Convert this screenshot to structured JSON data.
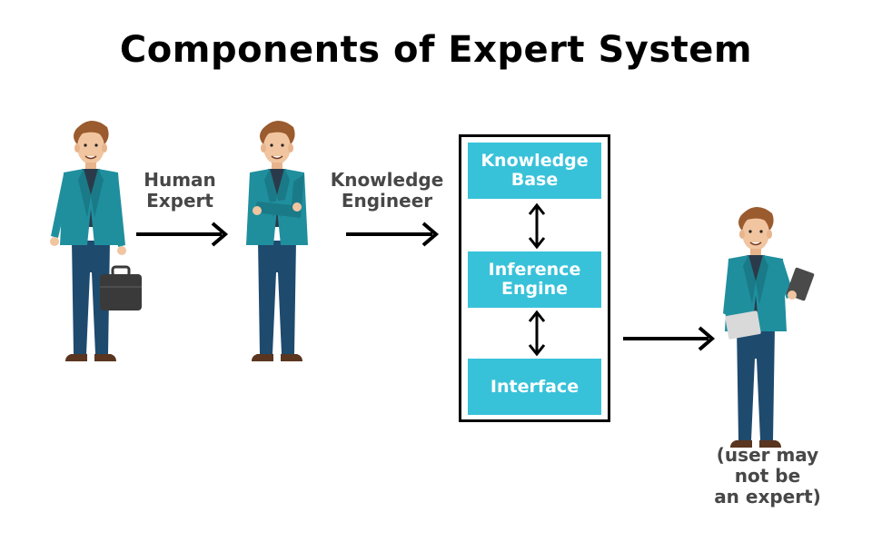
{
  "title": "Components of Expert System",
  "labels": {
    "human_expert": [
      "Human",
      "Expert"
    ],
    "knowledge_engineer": [
      "Knowledge",
      "Engineer"
    ],
    "user": [
      "(user may",
      "not be",
      "an expert)"
    ]
  },
  "components": [
    "Knowledge Base",
    "Inference Engine",
    "Interface"
  ],
  "components_lines": [
    [
      "Knowledge",
      "Base"
    ],
    [
      "Inference",
      "Engine"
    ],
    [
      "Interface"
    ]
  ],
  "colors": {
    "block": "#38c2d9",
    "jacket": "#1f8f9e",
    "pants": "#1e4a6e",
    "label": "#474747"
  }
}
